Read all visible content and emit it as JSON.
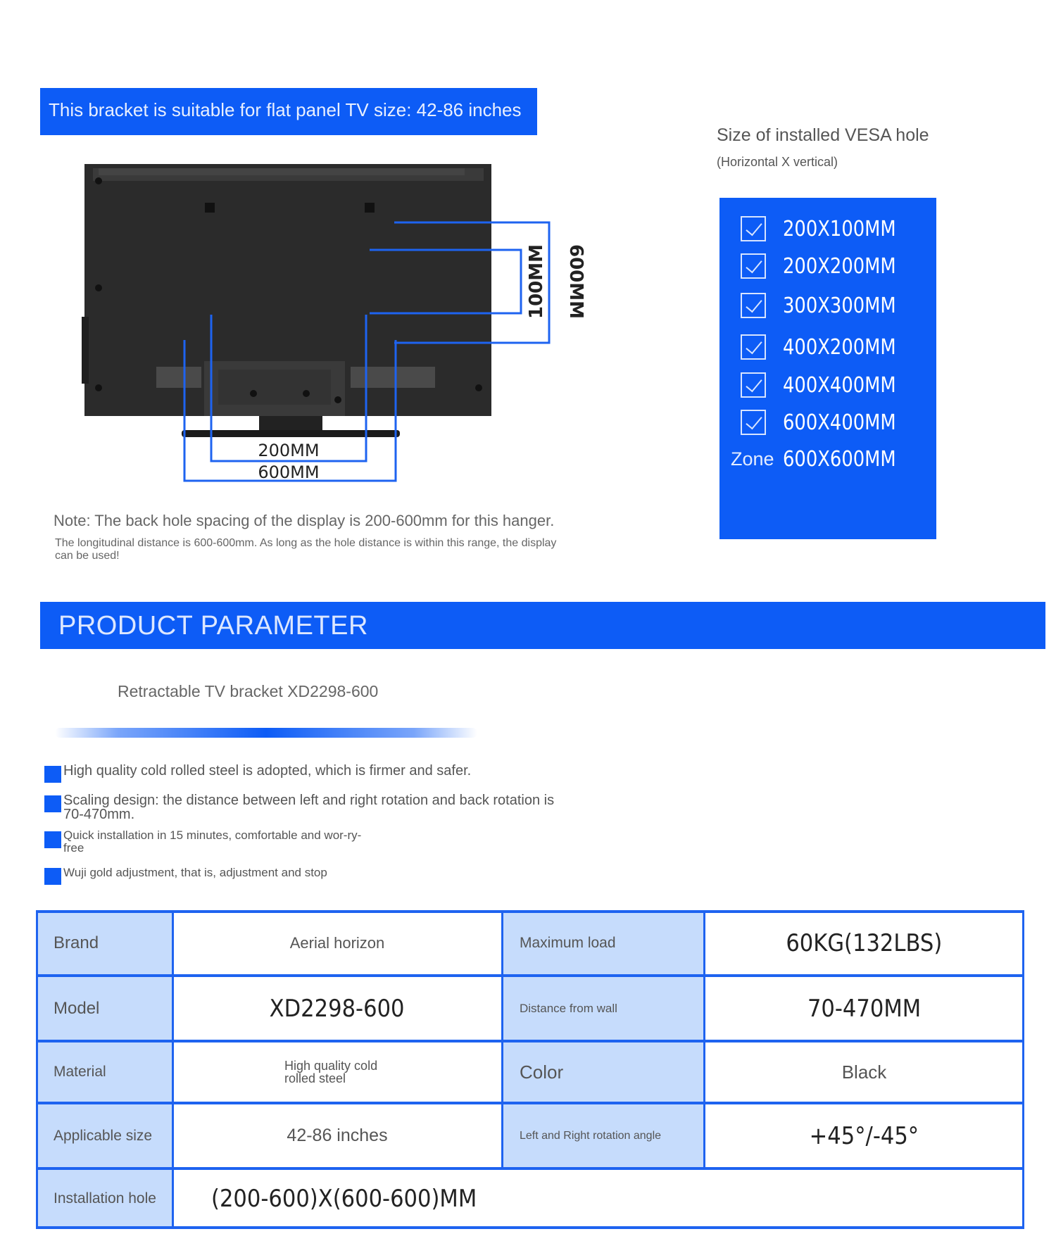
{
  "suitability_banner": "This bracket is suitable for flat panel TV size: 42-86 inches",
  "vesa": {
    "title": "Size of installed VESA hole",
    "subtitle": "(Horizontal X vertical)",
    "sizes": [
      "200X100MM",
      "200X200MM",
      "300X300MM",
      "400X200MM",
      "400X400MM",
      "600X400MM"
    ],
    "zone_label": "Zone",
    "zone_size": "600X600MM"
  },
  "diagram": {
    "dim_vertical_inner": "100MM",
    "dim_vertical_outer": "600MM",
    "dim_horizontal_inner": "200MM",
    "dim_horizontal_outer": "600MM"
  },
  "note": {
    "main": "Note: The back hole spacing of the display is 200-600mm for this hanger.",
    "sub": "The longitudinal distance is 600-600mm. As long as the hole distance is within this range, the display can be used!"
  },
  "param_banner": "PRODUCT PARAMETER",
  "product_title": "Retractable TV bracket XD2298-600",
  "features": [
    "High quality cold rolled steel is adopted, which is firmer and safer.",
    "Scaling design: the distance between left and right rotation and back rotation is 70-470mm.",
    "Quick installation in 15 minutes, comfortable and wor-ry-free",
    "Wuji gold adjustment, that is, adjustment and stop"
  ],
  "specs": {
    "brand_label": "Brand",
    "brand_value": "Aerial horizon",
    "max_load_label": "Maximum load",
    "max_load_value": "60KG(132LBS)",
    "model_label": "Model",
    "model_value": "XD2298-600",
    "distance_label": "Distance from wall",
    "distance_value": "70-470MM",
    "material_label": "Material",
    "material_value": "High quality cold rolled steel",
    "color_label": "Color",
    "color_value": "Black",
    "size_label": "Applicable size",
    "size_value": "42-86 inches",
    "rotation_label": "Left and Right rotation angle",
    "rotation_value": "+45°/-45°",
    "hole_label": "Installation hole",
    "hole_value": "(200-600)X(600-600)MM"
  },
  "colors": {
    "accent_blue": "#0d5cf6",
    "label_cell": "#c6dcfc",
    "tv_body": "#2b2b2b"
  }
}
